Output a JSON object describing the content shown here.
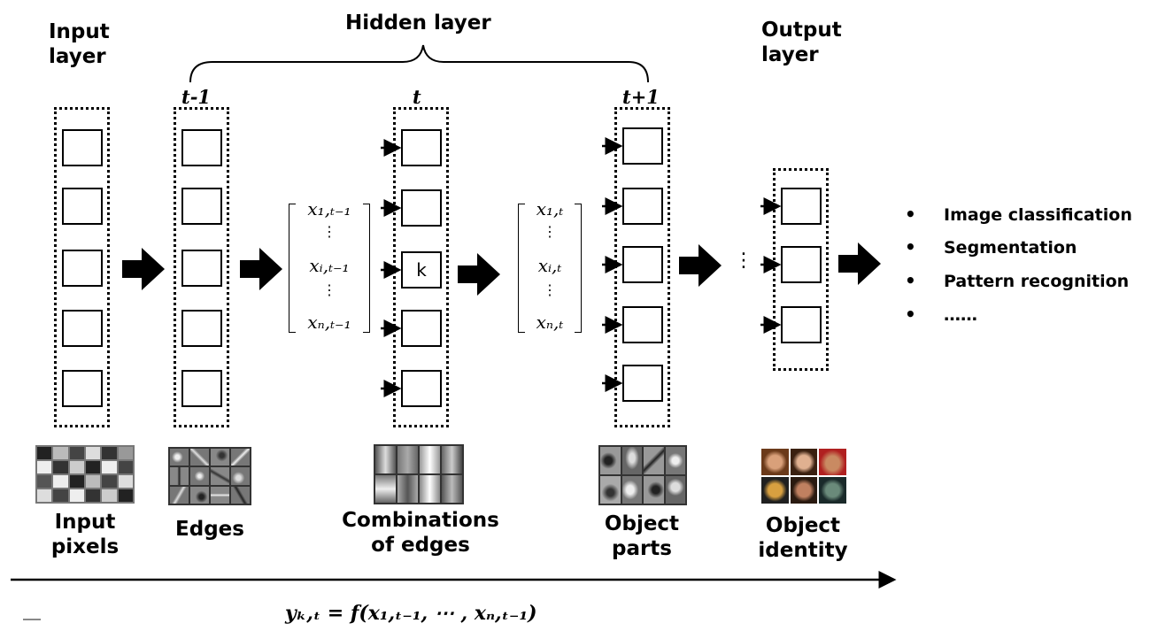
{
  "labels": {
    "input_layer": [
      "Input",
      "layer"
    ],
    "hidden_layer": "Hidden layer",
    "output_layer": [
      "Output",
      "layer"
    ],
    "t_minus_1": "t-1",
    "t": "t",
    "t_plus_1": "t+1"
  },
  "node_label": "k",
  "vectors": {
    "left": {
      "top": "x₁,ₜ₋₁",
      "mid": "xᵢ,ₜ₋₁",
      "bot": "xₙ,ₜ₋₁"
    },
    "right": {
      "top": "x₁,ₜ",
      "mid": "xᵢ,ₜ",
      "bot": "xₙ,ₜ"
    }
  },
  "ellipsis": "⋮",
  "tasks": [
    {
      "bullet": "•",
      "text": "Image classification"
    },
    {
      "bullet": "•",
      "text": "Segmentation"
    },
    {
      "bullet": "•",
      "text": "Pattern recognition"
    },
    {
      "bullet": "•",
      "text": "……"
    }
  ],
  "captions": {
    "input_pixels": [
      "Input",
      "pixels"
    ],
    "edges": [
      "Edges"
    ],
    "combinations": [
      "Combinations",
      "of edges"
    ],
    "object_parts": [
      "Object",
      "parts"
    ],
    "object_identity": [
      "Object",
      "identity"
    ]
  },
  "formula": "yₖ,ₜ = f(x₁,ₜ₋₁, ⋯ , xₙ,ₜ₋₁)",
  "colors": {
    "ink": "#000000",
    "background": "#ffffff"
  }
}
